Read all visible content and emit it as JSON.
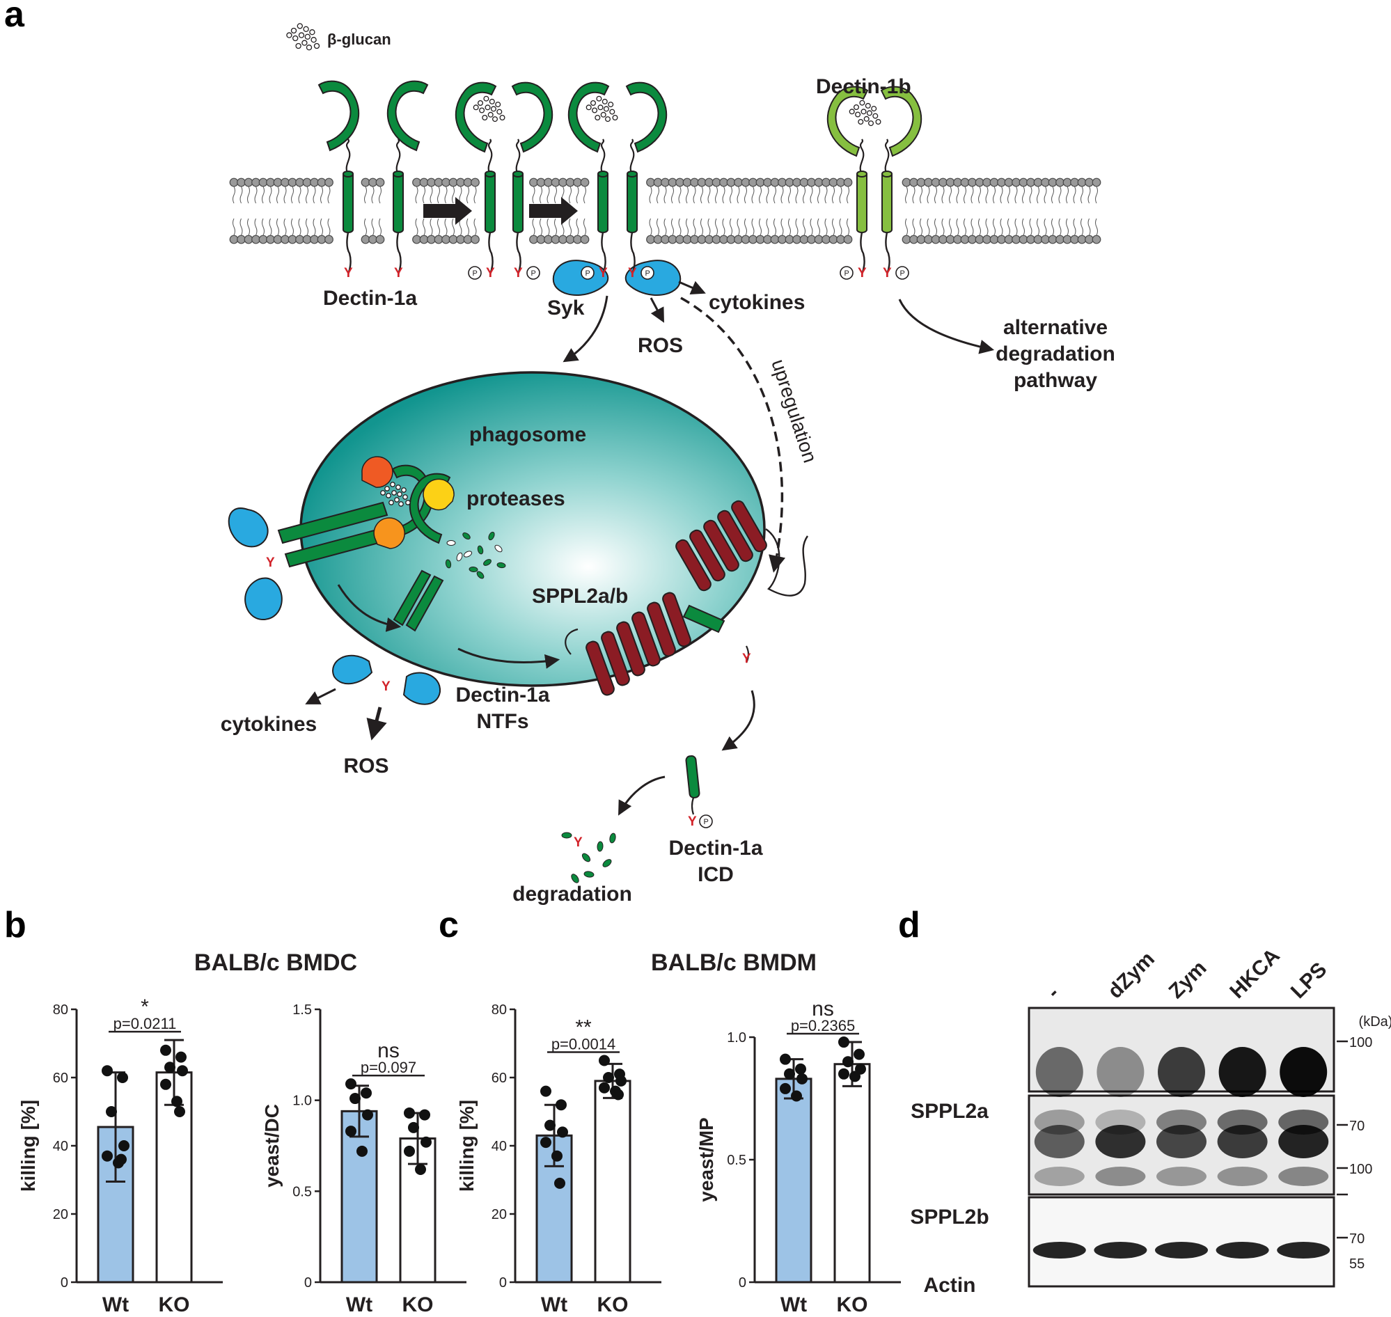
{
  "colors": {
    "dectin_dark": "#0b8a3e",
    "dectin_light": "#86bf40",
    "syk": "#29a9e0",
    "sppl2": "#8b1c24",
    "tyrosine": "#d2232a",
    "phagosome": "#22a5a0",
    "bar_wt": "#9dc3e6",
    "bar_ko": "#ffffff",
    "protease_red": "#ef5a24",
    "protease_yellow": "#fcd116",
    "protease_orange": "#f7941d"
  },
  "panel_a": {
    "letter": "a",
    "beta_glucan": "β-glucan",
    "dectin_1a": "Dectin-1a",
    "dectin_1b": "Dectin-1b",
    "syk": "Syk",
    "cytokines_top": "cytokines",
    "ros_top": "ROS",
    "alt_deg_1": "alternative",
    "alt_deg_2": "degradation",
    "alt_deg_3": "pathway",
    "upregulation": "upregulation",
    "phagosome": "phagosome",
    "proteases": "proteases",
    "sppl2ab": "SPPL2a/b",
    "ntf_1": "Dectin-1a",
    "ntf_2": "NTFs",
    "cytokines_bottom": "cytokines",
    "ros_bottom": "ROS",
    "icd_1": "Dectin-1a",
    "icd_2": "ICD",
    "degradation": "degradation",
    "tyr": "Y",
    "phos": "P"
  },
  "panel_b": {
    "letter": "b",
    "title": "BALB/c BMDC"
  },
  "panel_c": {
    "letter": "c",
    "title": "BALB/c BMDM"
  },
  "panel_d": {
    "letter": "d",
    "lanes": [
      "-",
      "dZym",
      "Zym",
      "HKCA",
      "LPS"
    ],
    "unit": "(kDa)",
    "rows": [
      "SPPL2a",
      "SPPL2b",
      "Actin"
    ],
    "markers_sppl2a": [
      "100",
      "70"
    ],
    "markers_sppl2b": [
      "100",
      "70"
    ],
    "markers_actin": [
      "55"
    ]
  },
  "chart_data": [
    {
      "type": "bar",
      "panel": "b",
      "categories": [
        "Wt",
        "KO"
      ],
      "ylabel": "killing [%]",
      "ylim": [
        0,
        80
      ],
      "yticks": [
        "0",
        "20",
        "40",
        "60",
        "80"
      ],
      "means": [
        45.5,
        61.5
      ],
      "sd": [
        16,
        9.5
      ],
      "points": [
        [
          62,
          60,
          50,
          40,
          37,
          35,
          36
        ],
        [
          68,
          66,
          63,
          62,
          58,
          53,
          50
        ]
      ],
      "significance": "*",
      "p_label": "p=0.0211"
    },
    {
      "type": "bar",
      "panel": "b",
      "categories": [
        "Wt",
        "KO"
      ],
      "ylabel": "yeast/DC",
      "ylim": [
        0,
        1.5
      ],
      "yticks": [
        "0",
        "0.5",
        "1.0",
        "1.5"
      ],
      "means": [
        0.94,
        0.79
      ],
      "sd": [
        0.14,
        0.14
      ],
      "points": [
        [
          1.09,
          1.04,
          1.01,
          0.92,
          0.83,
          0.72
        ],
        [
          0.93,
          0.92,
          0.85,
          0.77,
          0.72,
          0.62
        ]
      ],
      "significance": "ns",
      "p_label": "p=0.097"
    },
    {
      "type": "bar",
      "panel": "c",
      "categories": [
        "Wt",
        "KO"
      ],
      "ylabel": "killing [%]",
      "ylim": [
        0,
        80
      ],
      "yticks": [
        "0",
        "20",
        "40",
        "60",
        "80"
      ],
      "means": [
        43,
        59
      ],
      "sd": [
        9,
        5
      ],
      "points": [
        [
          56,
          52,
          46,
          44,
          41,
          37,
          29
        ],
        [
          65,
          61,
          60,
          59,
          57,
          56,
          55
        ]
      ],
      "significance": "**",
      "p_label": "p=0.0014"
    },
    {
      "type": "bar",
      "panel": "c",
      "categories": [
        "Wt",
        "KO"
      ],
      "ylabel": "yeast/MP",
      "ylim": [
        0,
        1.0
      ],
      "yticks": [
        "0",
        "0.5",
        "1.0"
      ],
      "means": [
        0.83,
        0.89
      ],
      "sd": [
        0.08,
        0.09
      ],
      "points": [
        [
          0.91,
          0.87,
          0.85,
          0.83,
          0.79,
          0.76
        ],
        [
          0.98,
          0.93,
          0.9,
          0.87,
          0.85,
          0.84
        ]
      ],
      "significance": "ns",
      "p_label": "p=0.2365"
    }
  ]
}
